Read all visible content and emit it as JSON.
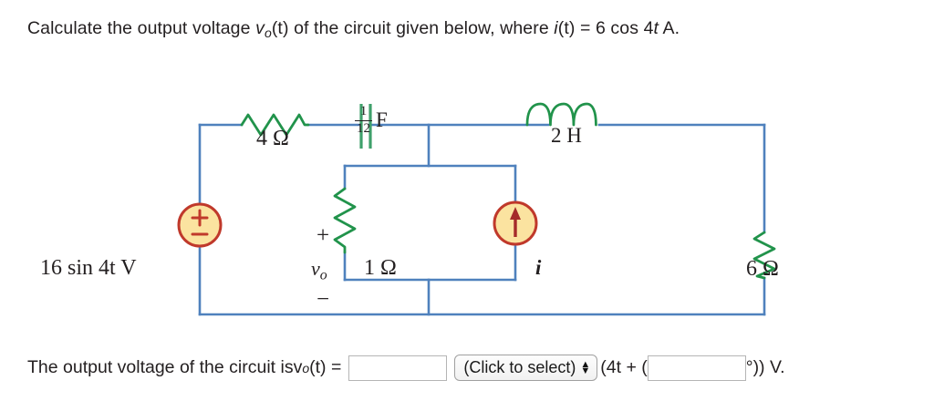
{
  "prompt": {
    "part1": "Calculate the output voltage ",
    "v_symbol": "v",
    "v_sub": "o",
    "part2": "(t) of the circuit given below, where ",
    "i_symbol": "i",
    "part3": "(t) = 6 cos 4",
    "t_symbol": "t",
    "part4": " A."
  },
  "circuit": {
    "source_label": "16 sin 4t V",
    "source_polarity_plus": "+",
    "source_polarity_minus": "−",
    "resistor_4_label": "4 Ω",
    "capacitor_numerator": "1",
    "capacitor_denominator": "12",
    "capacitor_unit": "F",
    "inductor_label": "2 H",
    "resistor_1_label": "1 Ω",
    "resistor_6_label": "6 Ω",
    "vo_symbol": "v",
    "vo_sub": "o",
    "vo_plus": "+",
    "vo_minus": "−",
    "current_source_label": "i",
    "colors": {
      "wire": "#4f81bd",
      "component": "#21934b",
      "source_fill": "#fbe3a0",
      "source_stroke": "#c0392b",
      "source_mark": "#c0392b",
      "text": "#231f20"
    }
  },
  "answer": {
    "lead_text": "The output voltage of the circuit is ",
    "vo_symbol": "v",
    "vo_sub": "o",
    "vo_tail": "(t) = ",
    "amplitude_value": "",
    "amplitude_placeholder": "",
    "select_label": "(Click to select)",
    "select_up_arrow": "▲",
    "select_down_arrow": "▼",
    "mid_text": "(4t + (",
    "phase_value": "",
    "phase_placeholder": "",
    "degree_text": "°)) V."
  }
}
